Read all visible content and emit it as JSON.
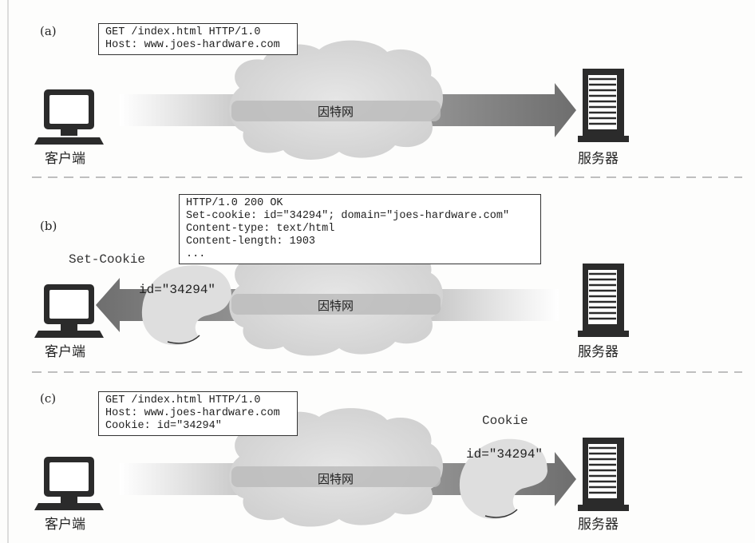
{
  "panels": [
    {
      "id": "a",
      "label": "(a)",
      "request_lines": [
        "GET /index.html HTTP/1.0",
        "Host: www.joes-hardware.com"
      ],
      "client_label": "客户端",
      "server_label": "服务器",
      "cloud_label": "因特网"
    },
    {
      "id": "b",
      "label": "(b)",
      "response_lines": [
        "HTTP/1.0 200 OK",
        "Set-cookie: id=\"34294\"; domain=\"joes-hardware.com\"",
        "Content-type: text/html",
        "Content-length: 1903",
        "..."
      ],
      "header_label": "Set-Cookie",
      "cookie_text": "id=\"34294\"",
      "client_label": "客户端",
      "server_label": "服务器",
      "cloud_label": "因特网"
    },
    {
      "id": "c",
      "label": "(c)",
      "request_lines": [
        "GET /index.html HTTP/1.0",
        "Host: www.joes-hardware.com",
        "Cookie: id=\"34294\""
      ],
      "header_label": "Cookie",
      "cookie_text": "id=\"34294\"",
      "client_label": "客户端",
      "server_label": "服务器",
      "cloud_label": "因特网"
    }
  ],
  "colors": {
    "arrow_dark": "#7a7a7a",
    "arrow_light": "#d6d6d6",
    "cloud_fill": "#dcdcdc",
    "cloud_band": "#bdbdbd",
    "device": "#2b2b2b",
    "divider": "#9a9a9a"
  },
  "icons": [
    "computer-icon",
    "server-icon",
    "cloud-icon",
    "cookie-icon"
  ]
}
